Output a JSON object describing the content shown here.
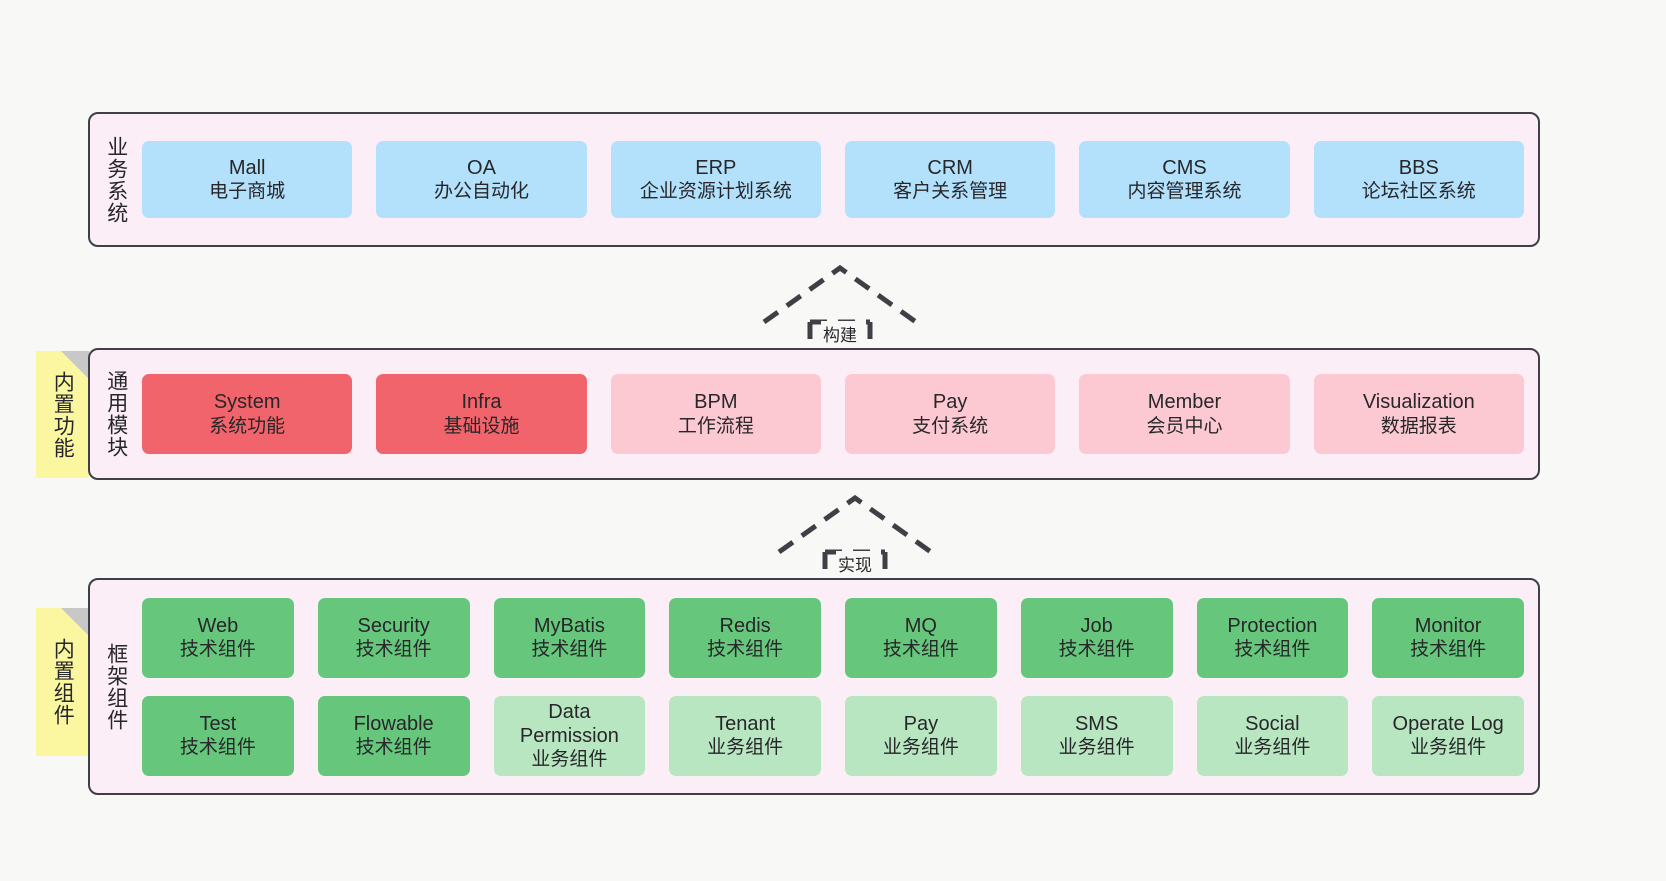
{
  "diagram": {
    "background_color": "#f8f8f7",
    "band_background": "#fbeef7",
    "border_color": "#3f3f46"
  },
  "layers": [
    {
      "id": "business",
      "label": "业务系统",
      "sticky": null,
      "color": "#b3e0fb",
      "rows": [
        [
          {
            "title": "Mall",
            "subtitle": "电子商城",
            "style": "c-blue"
          },
          {
            "title": "OA",
            "subtitle": "办公自动化",
            "style": "c-blue"
          },
          {
            "title": "ERP",
            "subtitle": "企业资源计划系统",
            "style": "c-blue"
          },
          {
            "title": "CRM",
            "subtitle": "客户关系管理",
            "style": "c-blue"
          },
          {
            "title": "CMS",
            "subtitle": "内容管理系统",
            "style": "c-blue"
          },
          {
            "title": "BBS",
            "subtitle": "论坛社区系统",
            "style": "c-blue"
          }
        ]
      ]
    },
    {
      "id": "common",
      "label": "通用模块",
      "sticky": "内置功能",
      "color": "#f2646b",
      "rows": [
        [
          {
            "title": "System",
            "subtitle": "系统功能",
            "style": "c-red"
          },
          {
            "title": "Infra",
            "subtitle": "基础设施",
            "style": "c-red"
          },
          {
            "title": "BPM",
            "subtitle": "工作流程",
            "style": "c-pink"
          },
          {
            "title": "Pay",
            "subtitle": "支付系统",
            "style": "c-pink"
          },
          {
            "title": "Member",
            "subtitle": "会员中心",
            "style": "c-pink"
          },
          {
            "title": "Visualization",
            "subtitle": "数据报表",
            "style": "c-pink"
          }
        ]
      ]
    },
    {
      "id": "frame",
      "label": "框架组件",
      "sticky": "内置组件",
      "color": "#66c77c",
      "rows": [
        [
          {
            "title": "Web",
            "subtitle": "技术组件",
            "style": "c-green"
          },
          {
            "title": "Security",
            "subtitle": "技术组件",
            "style": "c-green"
          },
          {
            "title": "MyBatis",
            "subtitle": "技术组件",
            "style": "c-green"
          },
          {
            "title": "Redis",
            "subtitle": "技术组件",
            "style": "c-green"
          },
          {
            "title": "MQ",
            "subtitle": "技术组件",
            "style": "c-green"
          },
          {
            "title": "Job",
            "subtitle": "技术组件",
            "style": "c-green"
          },
          {
            "title": "Protection",
            "subtitle": "技术组件",
            "style": "c-green"
          },
          {
            "title": "Monitor",
            "subtitle": "技术组件",
            "style": "c-green"
          }
        ],
        [
          {
            "title": "Test",
            "subtitle": "技术组件",
            "style": "c-green"
          },
          {
            "title": "Flowable",
            "subtitle": "技术组件",
            "style": "c-green"
          },
          {
            "title": "Data Permission",
            "subtitle": "业务组件",
            "style": "c-lightgreen"
          },
          {
            "title": "Tenant",
            "subtitle": "业务组件",
            "style": "c-lightgreen"
          },
          {
            "title": "Pay",
            "subtitle": "业务组件",
            "style": "c-lightgreen"
          },
          {
            "title": "SMS",
            "subtitle": "业务组件",
            "style": "c-lightgreen"
          },
          {
            "title": "Social",
            "subtitle": "业务组件",
            "style": "c-lightgreen"
          },
          {
            "title": "Operate Log",
            "subtitle": "业务组件",
            "style": "c-lightgreen"
          }
        ]
      ]
    }
  ],
  "connectors": [
    {
      "id": "build",
      "label": "构建",
      "style": "dashed-hollow-arrow-up"
    },
    {
      "id": "realize",
      "label": "实现",
      "style": "dashed-hollow-arrow-up"
    }
  ]
}
